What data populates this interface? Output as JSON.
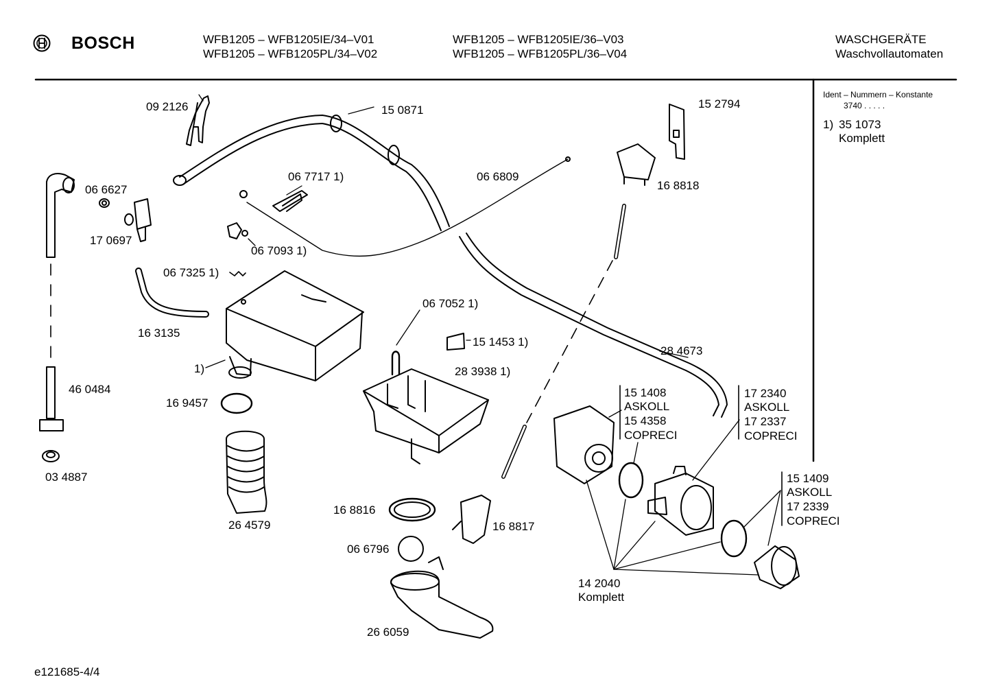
{
  "header": {
    "brand": "BOSCH",
    "models_left": [
      "WFB1205 – WFB1205IE/34–V01",
      "WFB1205 – WFB1205PL/34–V02"
    ],
    "models_right": [
      "WFB1205 – WFB1205IE/36–V03",
      "WFB1205 – WFB1205PL/36–V04"
    ],
    "category": [
      "WASCHGERÄTE",
      "Waschvollautomaten"
    ]
  },
  "sidebar": {
    "title": "Ident – Nummern – Konstante",
    "constant": "3740  .  .  .  .  .",
    "note_marker": "1)",
    "note_number": "35 1073",
    "note_text": "Komplett"
  },
  "parts": {
    "p092126": "09 2126",
    "p150871": "15 0871",
    "p152794": "15 2794",
    "p066627": "06 6627",
    "p067717": "06 7717 1)",
    "p066809": "06 6809",
    "p168818": "16 8818",
    "p170697": "17 0697",
    "p067093": "06 7093 1)",
    "p067325": "06 7325 1)",
    "p163135": "16 3135",
    "p067052": "06 7052 1)",
    "p151453": "15 1453 1)",
    "p284673": "28 4673",
    "p1": "1)",
    "p283938": "28 3938 1)",
    "p460484": "46 0484",
    "p169457": "16 9457",
    "p034887": "03 4887",
    "p264579": "26 4579",
    "p168816": "16 8816",
    "p168817": "16 8817",
    "p066796": "06 6796",
    "p266059": "26 6059",
    "p142040": "14 2040",
    "p142040b": "Komplett",
    "pump_group": [
      "15 1408",
      "ASKOLL",
      "15 4358",
      "COPRECI"
    ],
    "housing_group": [
      "17 2340",
      "ASKOLL",
      "17 2337",
      "COPRECI"
    ],
    "seal_group": [
      "15 1409",
      "ASKOLL",
      "17 2339",
      "COPRECI"
    ]
  },
  "footer": {
    "drawing_id": "e121685-4/4"
  }
}
